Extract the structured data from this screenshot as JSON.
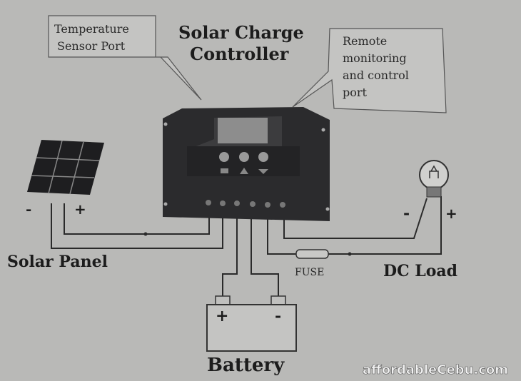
{
  "title_line1": "Solar Charge",
  "title_line2": "Controller",
  "callout_temp_line1": "Temperature",
  "callout_temp_line2": "Sensor Port",
  "callout_remote_line1": "Remote",
  "callout_remote_line2": "monitoring",
  "callout_remote_line3": "and control",
  "callout_remote_line4": "port",
  "solar_label": "Solar Panel",
  "solar_minus": "-",
  "solar_plus": "+",
  "battery_label": "Battery",
  "battery_plus": "+",
  "battery_minus": "-",
  "load_label": "DC Load",
  "load_minus": "-",
  "load_plus": "+",
  "fuse_label": "FUSE",
  "watermark": "affordableCebu.com"
}
